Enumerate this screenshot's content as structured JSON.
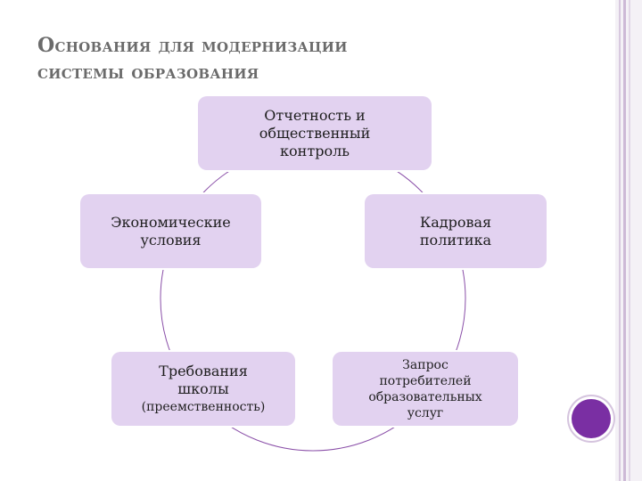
{
  "slide": {
    "title_line1": "Основания для модернизации",
    "title_line2": "системы образования"
  },
  "cycle": {
    "nodes": [
      {
        "lines": [
          "Отчетность и",
          "общественный",
          "контроль"
        ]
      },
      {
        "lines": [
          "Кадровая",
          "политика"
        ]
      },
      {
        "lines": [
          "Запрос",
          "потребителей",
          "образовательных",
          "услуг"
        ]
      },
      {
        "lines": [
          "Требования",
          "школы"
        ],
        "sub": "(преемственность)"
      },
      {
        "lines": [
          "Экономические",
          "условия"
        ]
      }
    ]
  },
  "colors": {
    "node_fill": "#e2d2f0",
    "ring_stroke": "#8a4fa8",
    "title": "#6b6b6b",
    "accent_circle": "#7a2fa3"
  }
}
